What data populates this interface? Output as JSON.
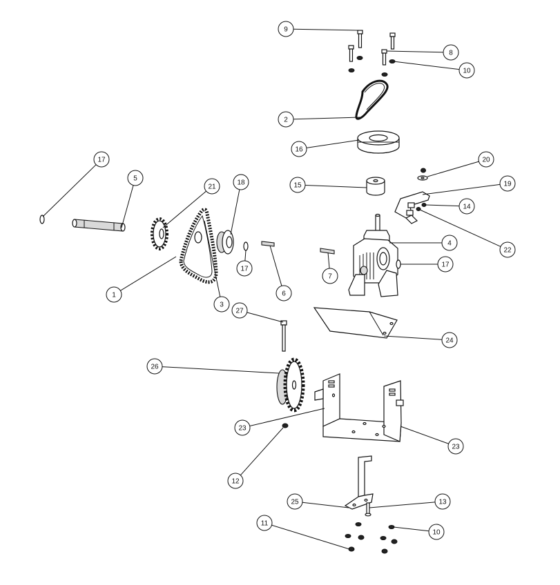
{
  "callouts": [
    {
      "label": "1"
    },
    {
      "label": "2"
    },
    {
      "label": "3"
    },
    {
      "label": "4"
    },
    {
      "label": "5"
    },
    {
      "label": "6"
    },
    {
      "label": "7"
    },
    {
      "label": "8"
    },
    {
      "label": "9"
    },
    {
      "label": "10"
    },
    {
      "label": "10"
    },
    {
      "label": "11"
    },
    {
      "label": "12"
    },
    {
      "label": "13"
    },
    {
      "label": "14"
    },
    {
      "label": "15"
    },
    {
      "label": "16"
    },
    {
      "label": "17"
    },
    {
      "label": "17"
    },
    {
      "label": "17"
    },
    {
      "label": "18"
    },
    {
      "label": "19"
    },
    {
      "label": "20"
    },
    {
      "label": "21"
    },
    {
      "label": "22"
    },
    {
      "label": "23"
    },
    {
      "label": "23"
    },
    {
      "label": "24"
    },
    {
      "label": "25"
    },
    {
      "label": "26"
    },
    {
      "label": "27"
    }
  ]
}
